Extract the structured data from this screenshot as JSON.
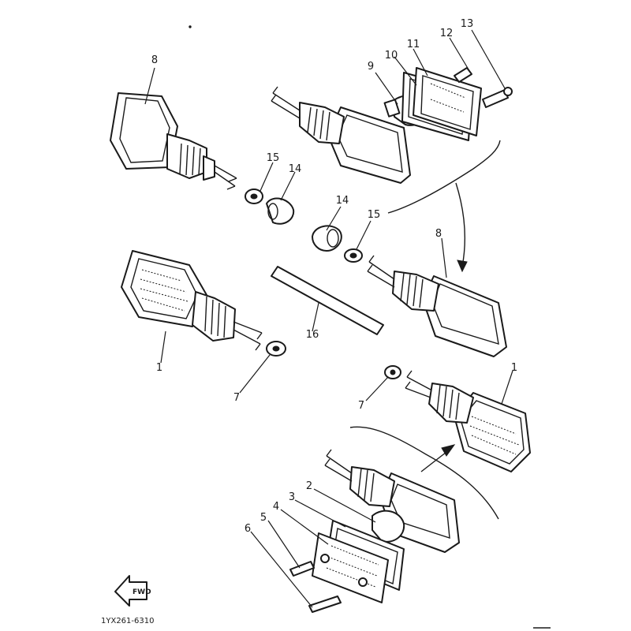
{
  "diagram": {
    "callouts": {
      "c1a": "1",
      "c1b": "1",
      "c2": "2",
      "c3": "3",
      "c4": "4",
      "c5": "5",
      "c6": "6",
      "c7a": "7",
      "c7b": "7",
      "c8a": "8",
      "c8b": "8",
      "c9": "9",
      "c10": "10",
      "c11": "11",
      "c12": "12",
      "c13": "13",
      "c14a": "14",
      "c14b": "14",
      "c15a": "15",
      "c15b": "15",
      "c16": "16"
    },
    "fwd_label": "FWD",
    "drawing_code": "1YX261-6310"
  }
}
